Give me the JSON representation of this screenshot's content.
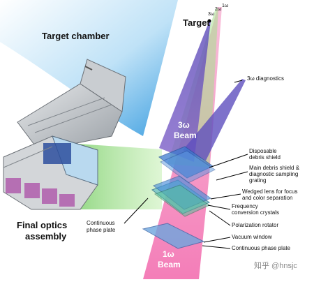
{
  "labels": {
    "target_chamber": "Target chamber",
    "final_optics_1": "Final optics",
    "final_optics_2": "assembly",
    "target": "Target",
    "beam_3w_1": "3ω",
    "beam_3w_2": "Beam",
    "beam_1w_1": "1ω",
    "beam_1w_2": "Beam",
    "top_3w": "3ω",
    "top_2w": "2ω",
    "top_1w": "1ω",
    "diagnostics": "3ω diagnostics",
    "cpp_left_1": "Continuous",
    "cpp_left_2": "phase plate",
    "watermark": "知乎 @hnsjc"
  },
  "components": [
    {
      "lines": [
        "Disposable",
        "debris shield"
      ]
    },
    {
      "lines": [
        "Main debris shield &",
        "diagnostic sampling",
        "grating"
      ]
    },
    {
      "lines": [
        "Wedged lens for focus",
        "and color separation"
      ]
    },
    {
      "lines": [
        "Frequency",
        "conversion crystals"
      ]
    },
    {
      "lines": [
        "Polarization rotator"
      ]
    },
    {
      "lines": [
        "Vacuum window"
      ]
    },
    {
      "lines": [
        "Continuous phase plate"
      ]
    }
  ],
  "colors": {
    "chamber_blue": "#62b4e8",
    "beam_3w": "#6f5fc4",
    "beam_1w": "#f07fb4",
    "beam_green": "#8fd67a",
    "optic_blue": "#4f8fd8"
  }
}
